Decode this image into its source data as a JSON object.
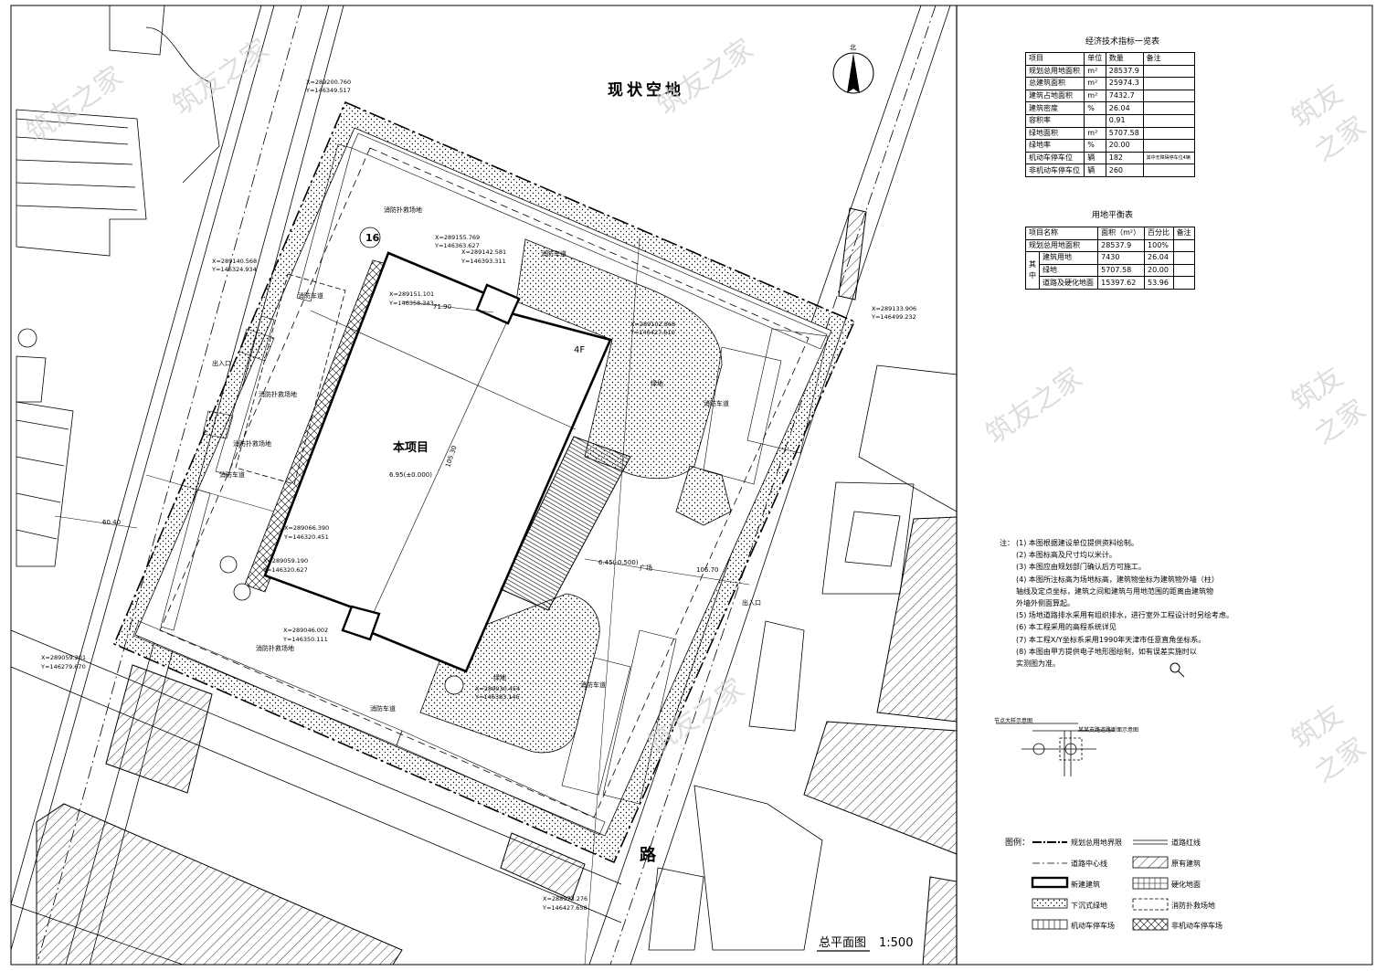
{
  "labels": {
    "vacant_land": "现状空地",
    "project": "本项目",
    "floors": "4F",
    "elev_main": "6.95(±0.000)",
    "elev_plaza": "6.45(-0.500)",
    "road": "路",
    "north": "北",
    "plan_title": "总平面图",
    "scale": "1:500",
    "entrance_main": "出入口",
    "entrance_east": "出入口",
    "fire_lane": "消防车道",
    "fire_site": "消防扑救场地",
    "plaza": "广场",
    "green": "绿地",
    "dim_7190": "71.90",
    "dim_10530": "105.30",
    "dim_10670": "106.70",
    "dim_6040": "60.40"
  },
  "coordinates": [
    {
      "x": "X=289200.760",
      "y": "Y=146349.517"
    },
    {
      "x": "X=289140.568",
      "y": "Y=146324.934"
    },
    {
      "x": "X=289155.769",
      "y": "Y=146363.627"
    },
    {
      "x": "X=289142.581",
      "y": "Y=146393.311"
    },
    {
      "x": "X=289151.101",
      "y": "Y=146358.343"
    },
    {
      "x": "X=289133.906",
      "y": "Y=146499.232"
    },
    {
      "x": "X=289102.868",
      "y": "Y=146427.610"
    },
    {
      "x": "X=289066.390",
      "y": "Y=146320.451"
    },
    {
      "x": "X=289059.190",
      "y": "Y=146320.627"
    },
    {
      "x": "X=289046.002",
      "y": "Y=146350.111"
    },
    {
      "x": "X=289059.201",
      "y": "Y=146279.670"
    },
    {
      "x": "X=289030.454",
      "y": "Y=146383.145"
    },
    {
      "x": "X=288973.276",
      "y": "Y=146427.658"
    }
  ],
  "tech_table": {
    "title": "经济技术指标一览表",
    "headers": [
      "项目",
      "单位",
      "数量",
      "备注"
    ],
    "rows": [
      [
        "规划总用地面积",
        "m²",
        "28537.9",
        ""
      ],
      [
        "总建筑面积",
        "m²",
        "25974.3",
        ""
      ],
      [
        "建筑占地面积",
        "m²",
        "7432.7",
        ""
      ],
      [
        "建筑密度",
        "%",
        "26.04",
        ""
      ],
      [
        "容积率",
        "",
        "0.91",
        ""
      ],
      [
        "绿地面积",
        "m²",
        "5707.58",
        ""
      ],
      [
        "绿地率",
        "%",
        "20.00",
        ""
      ],
      [
        "机动车停车位",
        "辆",
        "182",
        "其中无障碍停车位4辆"
      ],
      [
        "非机动车停车位",
        "辆",
        "260",
        ""
      ]
    ]
  },
  "land_table": {
    "title": "用地平衡表",
    "headers": [
      "项目名称",
      "面积（m²）",
      "百分比",
      "备注"
    ],
    "total": [
      "规划总用地面积",
      "28537.9",
      "100%",
      ""
    ],
    "group_label": "其中",
    "rows": [
      [
        "建筑用地",
        "7430",
        "26.04",
        ""
      ],
      [
        "绿地",
        "5707.58",
        "20.00",
        ""
      ],
      [
        "道路及硬化地面",
        "15397.62",
        "53.96",
        ""
      ]
    ]
  },
  "notes": {
    "label": "注：",
    "items": [
      "(1) 本图根据建设单位提供资料绘制。",
      "(2) 本图标高及尺寸均以米计。",
      "(3) 本图应由规划部门确认后方可施工。",
      "(4) 本图所注标高为场地标高，建筑物坐标为建筑物外墙（柱）",
      "     轴线及定点坐标，建筑之间和建筑与用地范围的距离由建筑物",
      "     外墙外侧面算起。",
      "(5) 场地道路排水采用有组织排水，进行室外工程设计时另绘考虑。",
      "(6) 本工程采用的高程系统详见",
      "(7) 本工程X/Y坐标系采用1990年天津市任意直角坐标系。",
      "(8) 本图由甲方提供电子地形图绘制，如有误差实施时以",
      "     实测图为准。"
    ]
  },
  "detail_labels": [
    "节点大样示意图",
    "某某支路道路断面示意图"
  ],
  "legend": {
    "title": "图例：",
    "items": [
      "规划总用地界限",
      "道路中心线",
      "新建建筑",
      "下沉式绿地",
      "机动车停车场",
      "道路红线",
      "原有建筑",
      "硬化地面",
      "消防扑救场地",
      "非机动车停车场"
    ]
  },
  "watermark": "筑友之家"
}
